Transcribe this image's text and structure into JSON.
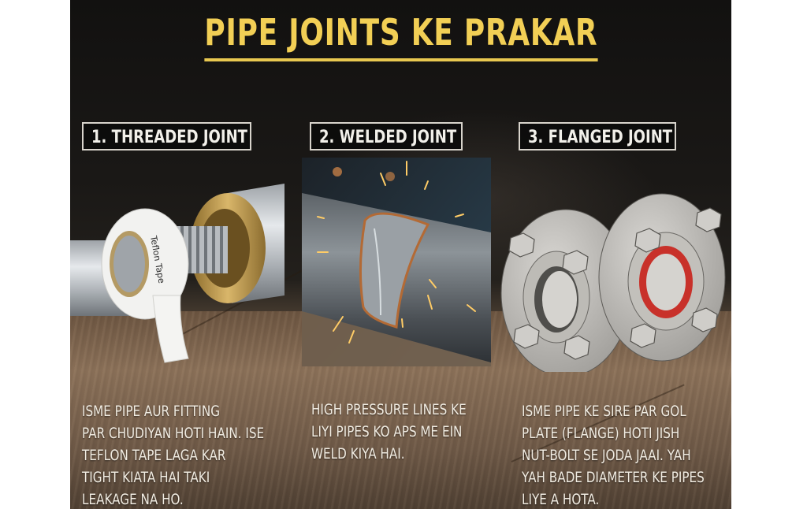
{
  "title": "PIPE JOINTS KE PRAKAR",
  "colors": {
    "title": "#f2cf55",
    "label_text": "#f2f0ea",
    "label_border": "#d8d4cc",
    "body_text": "#f1ece2",
    "background_dark": "#141312",
    "wood": "#7a6551",
    "gasket": "#c8312a"
  },
  "joints": [
    {
      "label": "1. THREADED JOINT",
      "illustration": "threaded-pipe-with-teflon-tape",
      "tape_text": "Teflon Tape",
      "description": [
        "ISME PIPE AUR FITTING",
        "PAR CHUDIYAN HOTI HAIN. ISE",
        "TEFLON TAPE LAGA KAR",
        "TIGHT KIATA HAI TAKI",
        "LEAKAGE NA HO."
      ]
    },
    {
      "label": "2. WELDED JOINT",
      "illustration": "welded-pipe-with-sparks",
      "description": [
        "HIGH PRESSURE LINES KE",
        "LIYI PIPES KO APS ME EIN",
        "WELD KIYA HAI."
      ]
    },
    {
      "label": "3. FLANGED JOINT",
      "illustration": "two-flanges-with-bolts-and-gasket",
      "description": [
        "ISME PIPE KE SIRE PAR GOL",
        "PLATE (FLANGE) HOTI JISH",
        "NUT-BOLT SE JODA JAAI. YAH",
        "YAH BADE DIAMETER KE PIPES",
        "LIYE A HOTA."
      ]
    }
  ]
}
